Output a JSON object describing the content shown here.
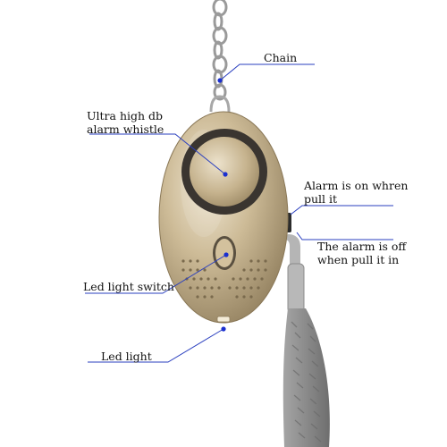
{
  "labels": {
    "chain": "Chain",
    "whistle_line1": "Ultra high db",
    "whistle_line2": "alarm whistle",
    "on_line1": "Alarm is on whren",
    "on_line2": "pull it",
    "off_line1": "The alarm is off",
    "off_line2": "when pull it in",
    "switch": "Led light switch",
    "led": "Led light"
  },
  "colors": {
    "callout_line": "#2a3fbf",
    "callout_dot": "#1a2fcf",
    "body_gold": "#c9b793",
    "speaker_dark": "#3a3530",
    "strap_gray": "#8e8e8e",
    "chain_silver": "#9a9a9a"
  }
}
